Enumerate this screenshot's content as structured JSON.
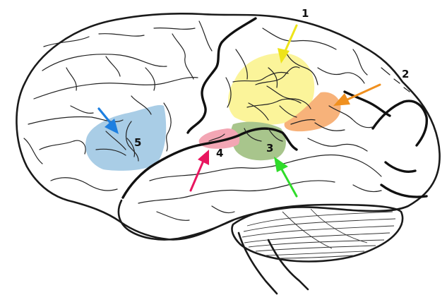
{
  "diagram": {
    "labels": [
      {
        "id": "1",
        "text": "1"
      },
      {
        "id": "2",
        "text": "2"
      },
      {
        "id": "3",
        "text": "3"
      },
      {
        "id": "4",
        "text": "4"
      },
      {
        "id": "5",
        "text": "5"
      }
    ],
    "regions": [
      {
        "label": "1",
        "color": "#fbf49a"
      },
      {
        "label": "2",
        "color": "#f7b27a"
      },
      {
        "label": "3",
        "color": "#a8c58c"
      },
      {
        "label": "4",
        "color": "#f3a6b4"
      },
      {
        "label": "5",
        "color": "#a9cde6"
      }
    ],
    "arrows": [
      {
        "label": "1",
        "color": "#eee41a"
      },
      {
        "label": "2",
        "color": "#f0901f"
      },
      {
        "label": "3",
        "color": "#2fdc2a"
      },
      {
        "label": "4",
        "color": "#e8165f"
      },
      {
        "label": "5",
        "color": "#1d7fe0"
      }
    ]
  }
}
